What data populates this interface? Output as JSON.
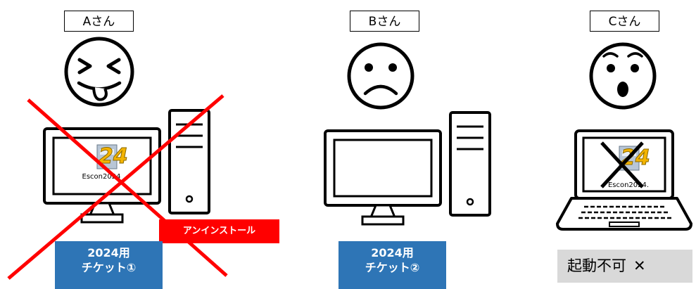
{
  "persons": [
    {
      "name": "Aさん",
      "mood_icon": "laughing-face-icon",
      "ticket_line1": "2024用",
      "ticket_line2": "チケット①",
      "action_label": "アンインストール"
    },
    {
      "name": "Bさん",
      "mood_icon": "sad-face-icon",
      "ticket_line1": "2024用",
      "ticket_line2": "チケット②"
    },
    {
      "name": "Cさん",
      "mood_icon": "surprised-face-icon",
      "status_label": "起動不可",
      "status_mark": "✕"
    }
  ],
  "app": {
    "icon_text": "24",
    "label_a": "Escon2024",
    "label_c": "Escon2024."
  },
  "colors": {
    "ticket": "#2e75b6",
    "cross": "#ff0000",
    "action": "#ff0000",
    "status_bg": "#d9d9d9"
  }
}
